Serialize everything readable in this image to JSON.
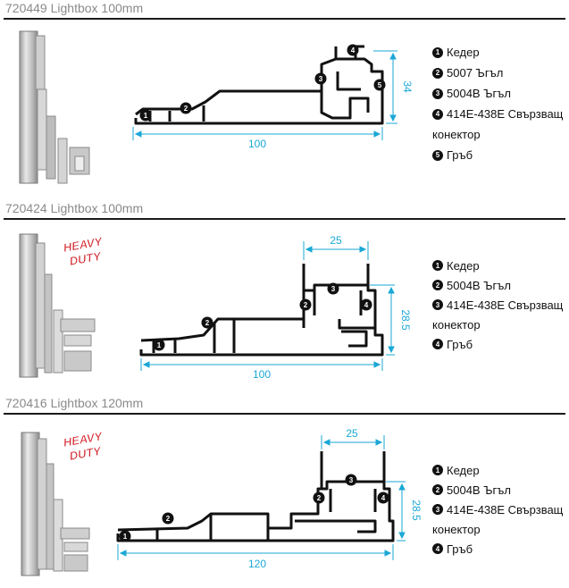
{
  "sections": [
    {
      "title": "720449 Lightbox 100mm",
      "heavy_duty": false,
      "dimensions": {
        "width": "100",
        "height": "34"
      },
      "callouts": [
        "1",
        "2",
        "3",
        "4",
        "5"
      ],
      "legend": [
        {
          "num": "1",
          "label": "Кедер"
        },
        {
          "num": "2",
          "label": "5007 Ъгъл"
        },
        {
          "num": "3",
          "label": "5004B Ъгъл"
        },
        {
          "num": "4",
          "label": "414E-438E Свързващ",
          "cont": "конектор"
        },
        {
          "num": "5",
          "label": "Гръб"
        }
      ]
    },
    {
      "title": "720424 Lightbox 100mm",
      "heavy_duty": true,
      "badge": {
        "line1": "HEAVY",
        "line2": "DUTY"
      },
      "dimensions": {
        "width": "100",
        "height": "28.5",
        "top": "25"
      },
      "callouts": [
        "1",
        "2",
        "3",
        "2",
        "4"
      ],
      "legend": [
        {
          "num": "1",
          "label": "Кедер"
        },
        {
          "num": "2",
          "label": "5004B Ъгъл"
        },
        {
          "num": "3",
          "label": "414E-438E Свързващ",
          "cont": "конектор"
        },
        {
          "num": "4",
          "label": "Гръб"
        }
      ]
    },
    {
      "title": "720416 Lightbox 120mm",
      "heavy_duty": true,
      "badge": {
        "line1": "HEAVY",
        "line2": "DUTY"
      },
      "dimensions": {
        "width": "120",
        "height": "28.5",
        "top": "25"
      },
      "callouts": [
        "1",
        "2",
        "3",
        "2",
        "4"
      ],
      "legend": [
        {
          "num": "1",
          "label": "Кедер"
        },
        {
          "num": "2",
          "label": "5004B Ъгъл"
        },
        {
          "num": "3",
          "label": "414E-438E Свързващ",
          "cont": "конектор"
        },
        {
          "num": "4",
          "label": "Гръб"
        }
      ]
    }
  ],
  "colors": {
    "dimension": "#1aa7d6",
    "profile": "#111111",
    "title": "#8a8a8a",
    "badge": "#d2232a"
  }
}
